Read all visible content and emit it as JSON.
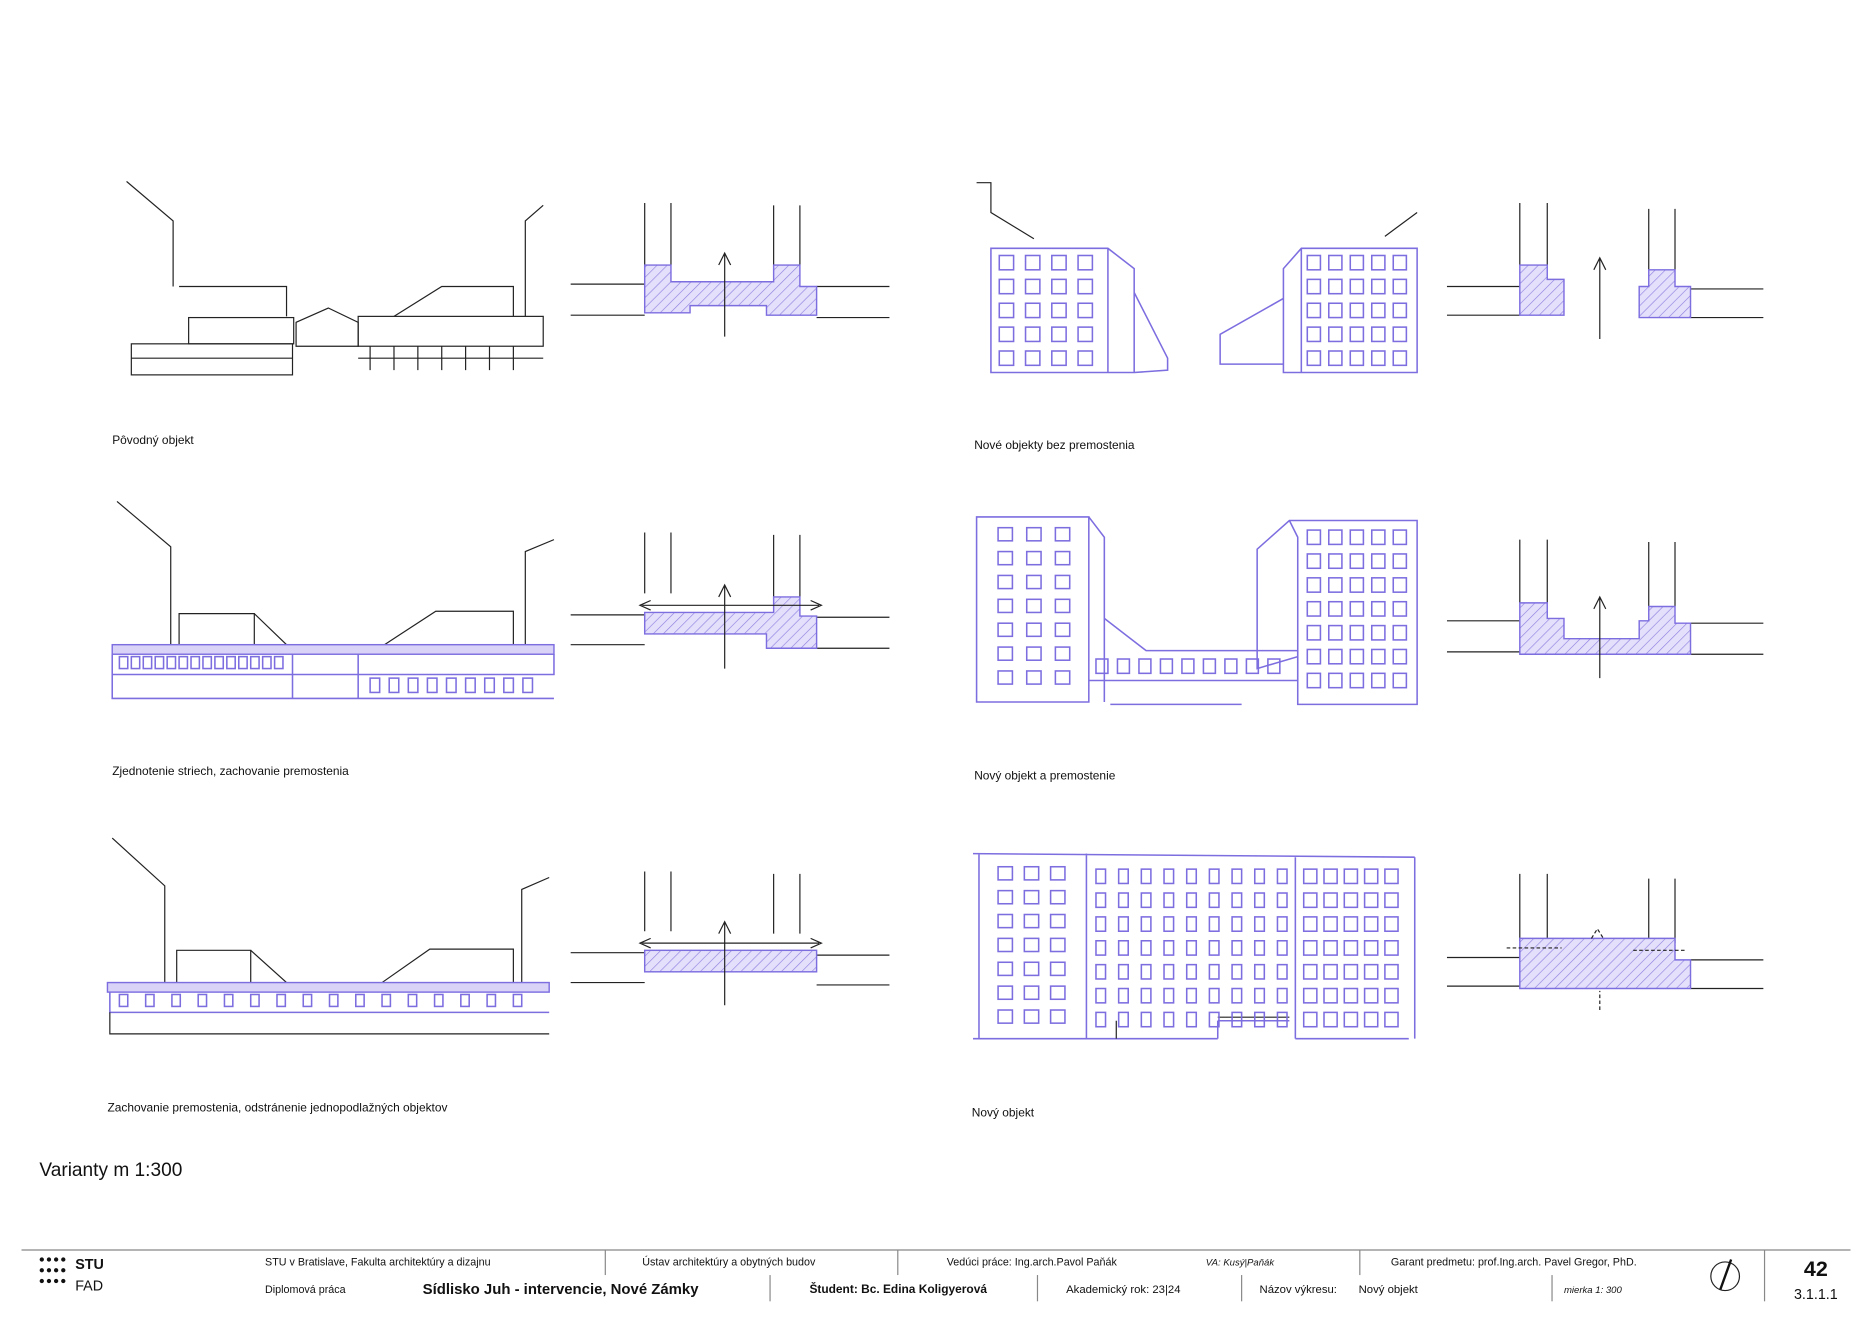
{
  "captions": {
    "r1_left": "Pôvodný objekt",
    "r1_right": "Nové objekty bez premostenia",
    "r2_left": "Zjednotenie striech, zachovanie premostenia",
    "r2_right": "Nový objekt a premostenie",
    "r3_left": "Zachovanie premostenia, odstránenie jednopodlažných objektov",
    "r3_right": "Nový objekt"
  },
  "sheet_title": "Varianty m 1:300",
  "footer": {
    "logo_top": "STU",
    "logo_bottom": "FAD",
    "school": "STU v Bratislave, Fakulta architektúry a dizajnu",
    "institute": "Ústav architektúry a obytných budov",
    "supervisor": "Vedúci práce: Ing.arch.Pavol Paňák",
    "va": "VA: Kusý|Paňák",
    "guarantor": "Garant predmetu: prof.Ing.arch. Pavel Gregor, PhD.",
    "thesis_type": "Diplomová práca",
    "project": "Sídlisko Juh - intervencie, Nové Zámky",
    "student": "Študent: Bc. Edina Koligyerová",
    "year": "Akademický rok: 23|24",
    "drawing_label": "Názov výkresu:",
    "drawing_name": "Nový objekt",
    "scale": "mierka 1: 300",
    "page_number": "42",
    "sheet_code": "3.1.1.1"
  },
  "colors": {
    "accent": "#7d6ee0"
  }
}
